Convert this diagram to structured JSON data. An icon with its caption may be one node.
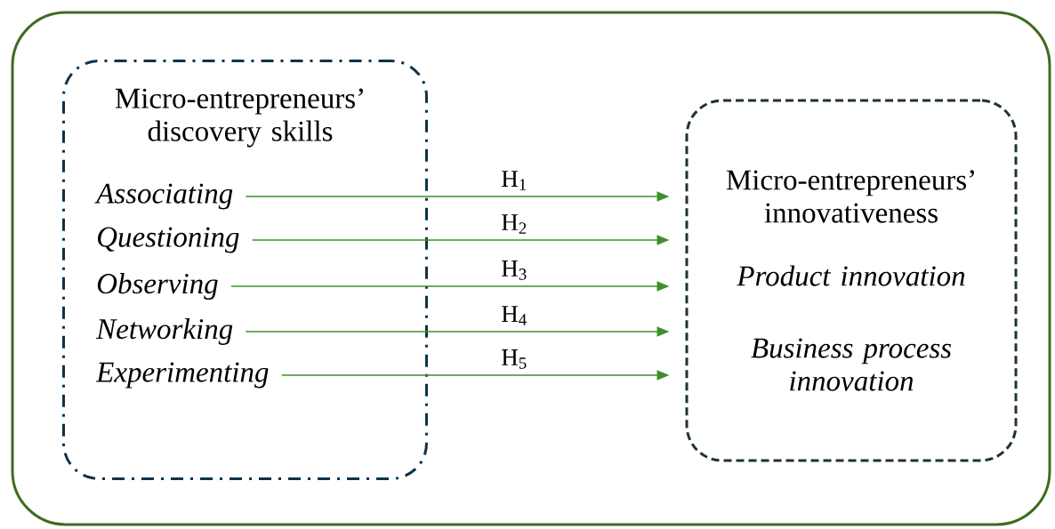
{
  "diagram": {
    "nodes": [
      {
        "text": [
          "Micro-entrepreneurs’ discovery skills"
        ]
      },
      {
        "text": [
          "Associating"
        ],
        "in": 0
      },
      {
        "text": [
          "Questioning"
        ],
        "in": 0
      },
      {
        "text": [
          "Observing"
        ],
        "in": 0
      },
      {
        "text": [
          "Networking"
        ],
        "in": 0
      },
      {
        "text": [
          "Experimenting"
        ],
        "in": 0
      },
      {
        "text": [
          "Micro-entrepreneurs’ innovativeness",
          "Product innovation",
          "Business process innovation"
        ]
      }
    ],
    "edges": [
      {
        "from": 1,
        "to": 6,
        "arrow": "to",
        "label": "H$_{1}$"
      },
      {
        "from": 2,
        "to": 6,
        "arrow": "to",
        "label": "H$_{2}$"
      },
      {
        "from": 3,
        "to": 6,
        "arrow": "to",
        "label": "H$_{3}$"
      },
      {
        "from": 4,
        "to": 6,
        "arrow": "to",
        "label": "H$_{4}$"
      },
      {
        "from": 5,
        "to": 6,
        "arrow": "to",
        "label": "H$_{5}$"
      }
    ]
  }
}
